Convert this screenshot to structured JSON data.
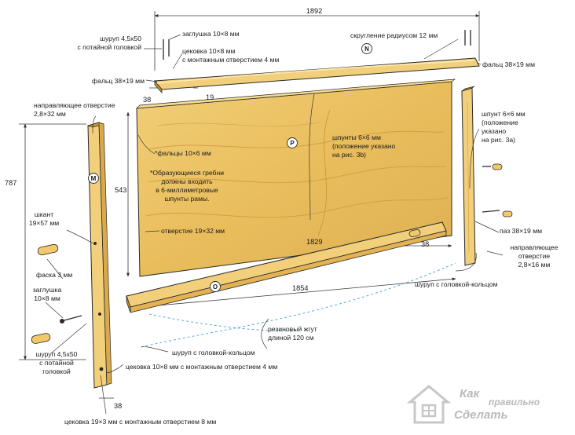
{
  "colors": {
    "wood_light": "#f7d98c",
    "wood_mid": "#eec463",
    "wood_dark": "#c9962f",
    "panel": "#edc66a",
    "panel_grain": "#d7a64a",
    "outline": "#2a2a2a",
    "line": "#3a3a3a",
    "rubber": "#5aa9d6"
  },
  "dimensions": {
    "top_width": "1892",
    "side_height": "787",
    "panel_height": "543",
    "panel_width": "1829",
    "bottom_width": "1854",
    "rail_section": "38",
    "top_section_w": "38",
    "top_section_h": "19",
    "bottom_gap": "38"
  },
  "part_markers": {
    "top": "N",
    "panel": "P",
    "side": "M",
    "bottom": "O"
  },
  "labels": {
    "screw_countersunk_top": [
      "шуруп 4,5х50",
      "с потайной головкой"
    ],
    "plug_top": "заглушка 10×8 мм",
    "counterbore_top": [
      "цековка 10×8 мм",
      "с монтажным отверстием 4 мм"
    ],
    "rounding": "скругление радиусом 12 мм",
    "rebate_left": "фальц 38×19 мм",
    "rebate_right": "фальц 38×19 мм",
    "guide_hole_left": [
      "направляющее отверстие",
      "2,8×32 мм"
    ],
    "rebates_panel": "*фальцы 10×6 мм",
    "ridges_note": [
      "*Образующиеся гребни",
      "должны входить",
      "в 6-миллиметровые",
      "шпунты рамы."
    ],
    "grooves_center": [
      "шпунты 6×6 мм",
      "(положение указано",
      "на рис. 3b)"
    ],
    "groove_right": [
      "шпунт 6×6 мм",
      "(положение",
      "указано",
      "на рис. 3а)"
    ],
    "dowel": [
      "шкант",
      "19×57 мм"
    ],
    "hole_19x32": "отверстие 19×32 мм",
    "chamfer": "фаска 3 мм",
    "plug_left": [
      "заглушка",
      "10×8 мм"
    ],
    "screw_countersunk_left": [
      "шуруп 4,5х50",
      "с потайной",
      "головкой"
    ],
    "slot": "паз 38×19 мм",
    "guide_hole_right": [
      "направляющее",
      "отверстие",
      "2,8×16 мм"
    ],
    "eye_screw_right": "шуруп с головкой-кольцом",
    "rubber_cord": [
      "резиновый жгут",
      "длиной 120 см"
    ],
    "eye_screw_left": "шуруп с головкой-кольцом",
    "counterbore_bottom": "цековка 10×8 мм с монтажным отверстием 4 мм",
    "counterbore_large": "цековка 19×3 мм с монтажным отверстием 8 мм"
  },
  "watermark": {
    "line1": "Как",
    "line2": "правильно",
    "line3": "Сделать"
  }
}
